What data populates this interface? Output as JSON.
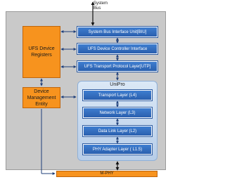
{
  "system_bus": "System\nBus",
  "registers": "UFS Device\nRegisters",
  "dme": "Device\nManagement\nEntity",
  "layers": {
    "sbi": "System Bus Interface Unit[BIU]",
    "ctrl": "UFS Device Controller Interface",
    "utp": "UFS Transport Protocol Layer[UTP]"
  },
  "unipro": {
    "title": "UniPro",
    "transport": "Transport Layer (L4)",
    "network": "Network Layer (L3)",
    "datalink": "Data Link Layer (L2)",
    "phy": "PHY Adapter Layer ( L1.5)"
  },
  "mphy": "M-PHY",
  "colors": {
    "orange": "#f7931e",
    "blue": "#2e63b4",
    "gray": "#c9c9c9",
    "arrow": "#1f3f7a"
  }
}
